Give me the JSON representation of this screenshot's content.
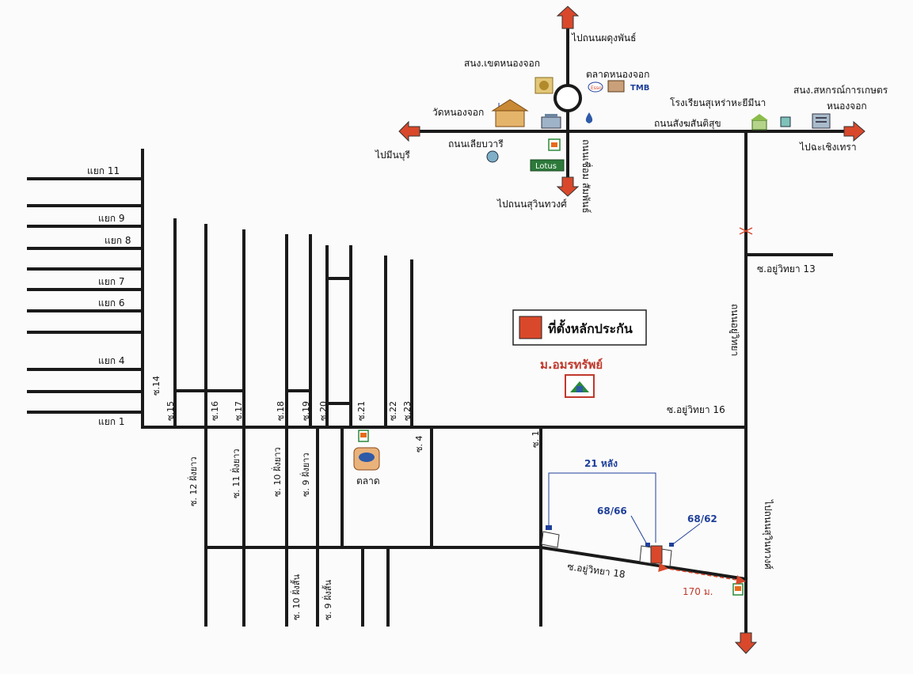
{
  "roads_text": {
    "north": "ไปถนนผดุงพันธ์",
    "west": "ไปมีนบุรี",
    "east": "ไปฉะเชิงเทรา",
    "south_center": "ไปถนนสุวินทวงศ์",
    "south_right": "ไปถนนสุวินทวงศ์",
    "liap_wari": "ถนนเลียบวารี",
    "sangkhom": "ถนนสังฆสันติสุข",
    "chueam": "ถนนเชื่อม สัมพันธ์",
    "uthai_road": "ถนนอยู่วิทยา"
  },
  "places": {
    "district_office": "สนง.เขตหนองจอก",
    "market_nongjok": "ตลาดหนองจอก",
    "wat": "วัดหนองจอก",
    "school": "โรงเรียนสุเหร่าหะยีมีนา",
    "coop_line1": "สนง.สหกรณ์การเกษตร",
    "coop_line2": "หนองจอก",
    "market": "ตลาด",
    "project": "ม.อมรทรัพย์",
    "lotus": "Lotus",
    "esso": "Esso",
    "tmb": "TMB"
  },
  "legend": {
    "label": "ที่ตั้งหลักประกัน",
    "color": "#d9482b"
  },
  "branches_left": [
    "แยก 11",
    "แยก 9",
    "แยก 8",
    "แยก 7",
    "แยก 6",
    "แยก 4",
    "แยก 1"
  ],
  "sois_top": [
    "ซ.14",
    "ซ.15",
    "ซ.16",
    "ซ.17",
    "ซ.18",
    "ซ.19",
    "ซ.20",
    "ซ.21",
    "ซ.22",
    "ซ.23"
  ],
  "sois_bottom": [
    "ซ. 12 ฝั่งยาว",
    "ซ. 11 ฝั่งยาว",
    "ซ. 10 ฝั่งยาว",
    "ซ. 9 ฝั่งยาว",
    "ซ. 10 ฝั่งสั้น",
    "ซ. 9 ฝั่งสั้น",
    "ซ. 4",
    "ซ. 1"
  ],
  "uthai": {
    "s13": "ซ.อยู่วิทยา 13",
    "s16": "ซ.อยู่วิทยา 16",
    "s18": "ซ.อยู่วิทยา 18"
  },
  "annotations": {
    "houses": "21 หลัง",
    "addr1": "68/66",
    "addr2": "68/62",
    "distance": "170 ม."
  }
}
